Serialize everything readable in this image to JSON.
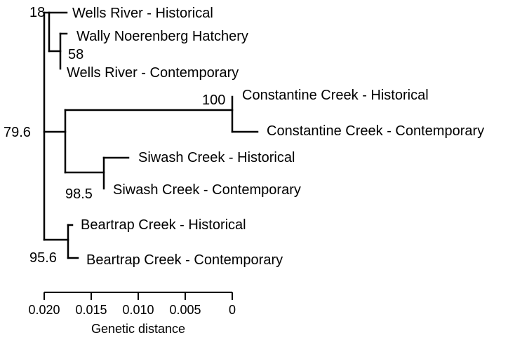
{
  "tree": {
    "leaves": [
      {
        "id": "wr_hist",
        "label": "Wells River - Historical"
      },
      {
        "id": "wally",
        "label": "Wally Noerenberg Hatchery"
      },
      {
        "id": "wr_cont",
        "label": "Wells River - Contemporary"
      },
      {
        "id": "cc_hist",
        "label": "Constantine Creek - Historical"
      },
      {
        "id": "cc_cont",
        "label": "Constantine Creek - Contemporary"
      },
      {
        "id": "sw_hist",
        "label": "Siwash Creek - Historical"
      },
      {
        "id": "sw_cont",
        "label": "Siwash Creek - Contemporary"
      },
      {
        "id": "bt_hist",
        "label": "Beartrap Creek - Historical"
      },
      {
        "id": "bt_cont",
        "label": "Beartrap Creek - Contemporary"
      }
    ],
    "support_values": [
      {
        "id": "wells_clade",
        "value": "18"
      },
      {
        "id": "wally_wr_cont",
        "value": "58"
      },
      {
        "id": "constantine_clade",
        "value": "100"
      },
      {
        "id": "root",
        "value": "79.6"
      },
      {
        "id": "siwash_clade",
        "value": "98.5"
      },
      {
        "id": "beartrap_clade",
        "value": "95.6"
      }
    ]
  },
  "axis": {
    "title": "Genetic distance",
    "ticks": [
      "0.020",
      "0.015",
      "0.010",
      "0.005",
      "0"
    ]
  }
}
